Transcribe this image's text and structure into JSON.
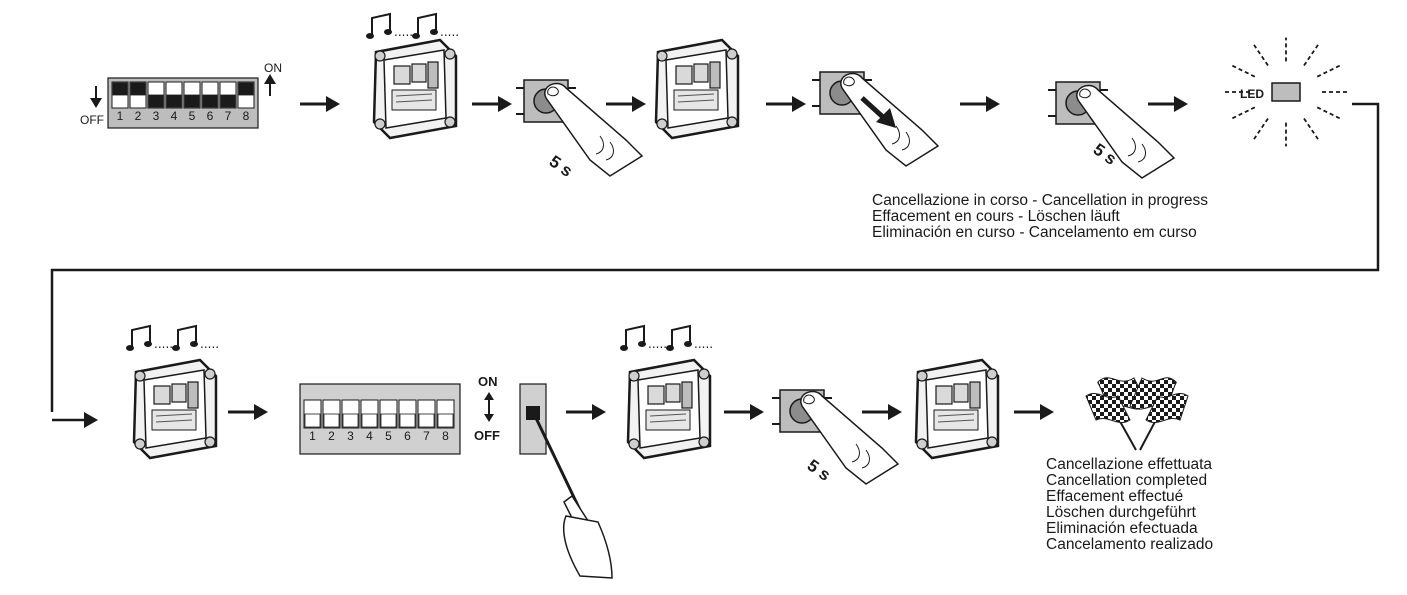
{
  "dip_switch": {
    "numbers": [
      "1",
      "2",
      "3",
      "4",
      "5",
      "6",
      "7",
      "8"
    ],
    "label_off": "OFF",
    "label_on": "ON",
    "initial_positions": [
      "on",
      "on",
      "off",
      "off",
      "off",
      "off",
      "off",
      "on"
    ],
    "final_positions": [
      "off",
      "off",
      "off",
      "off",
      "off",
      "off",
      "off",
      "off"
    ]
  },
  "timing": {
    "hold_label": "5 s"
  },
  "led": {
    "label": "LED"
  },
  "selector": {
    "label_on": "ON",
    "label_off": "OFF"
  },
  "captions": {
    "in_progress": [
      "Cancellazione in corso - Cancellation in progress",
      "Effacement en cours - Löschen läuft",
      "Eliminación en curso - Cancelamento em curso"
    ],
    "completed": [
      "Cancellazione effettuata",
      "Cancellation completed",
      "Effacement effectué",
      "Löschen durchgeführt",
      "Eliminación efectuada",
      "Cancelamento realizado"
    ]
  },
  "icons": {
    "beep": "music-note-icon",
    "unit": "control-unit-icon",
    "button": "push-button-icon",
    "finger": "finger-icon",
    "led": "blinking-led-icon",
    "flag": "checkered-flag-icon",
    "screwdriver": "screwdriver-icon"
  }
}
